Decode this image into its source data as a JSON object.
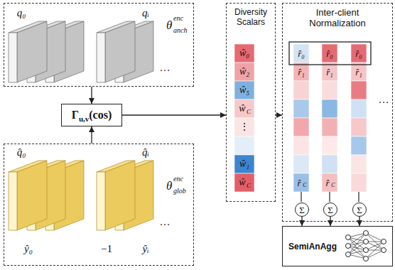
{
  "diagram": {
    "nodes": [
      {
        "text": [
          "θ",
          "enc",
          "anch"
        ]
      },
      {
        "text": [
          "Γ",
          "u,v",
          "(cos)"
        ]
      },
      {
        "text": [
          "θ",
          "enc",
          "glob"
        ]
      },
      {
        "text": [
          "Diversity Scalars"
        ]
      },
      {
        "text": [
          "Inter-client Normalization"
        ]
      },
      {
        "text": [
          "Σ"
        ],
        "in": 4
      },
      {
        "text": [
          "Σ"
        ],
        "in": 4
      },
      {
        "text": [
          "Σ"
        ],
        "in": 4
      },
      {
        "text": [
          "SemiAnAgg"
        ]
      }
    ],
    "edges": [
      {
        "from": 0,
        "to": 1,
        "arrow": "to"
      },
      {
        "from": 2,
        "to": 1,
        "arrow": "to"
      },
      {
        "from": 1,
        "to": 3,
        "arrow": "to"
      },
      {
        "from": 3,
        "to": 4,
        "arrow": "to"
      },
      {
        "from": 5,
        "to": 8,
        "arrow": "to"
      },
      {
        "from": 6,
        "to": 8,
        "arrow": "to"
      },
      {
        "from": 7,
        "to": 8,
        "arrow": "to"
      }
    ],
    "labels": [
      "q₀",
      "qᵢ",
      "…",
      "q̂₀",
      "q̂ᵢ",
      "…",
      "ŷ₀",
      "−1",
      "ŷᵢ",
      "ŵ₀",
      "ŵ₂",
      "ŵ₅",
      "ŵ",
      "C",
      "⋮",
      "ŵ₁",
      "ŵ",
      "C",
      "r̂₀",
      "r̂₁",
      "r̂",
      "C",
      "r̂₀",
      "r̂₁",
      "r̂",
      "C",
      "r̂₀",
      "r̂₁",
      "…"
    ]
  }
}
